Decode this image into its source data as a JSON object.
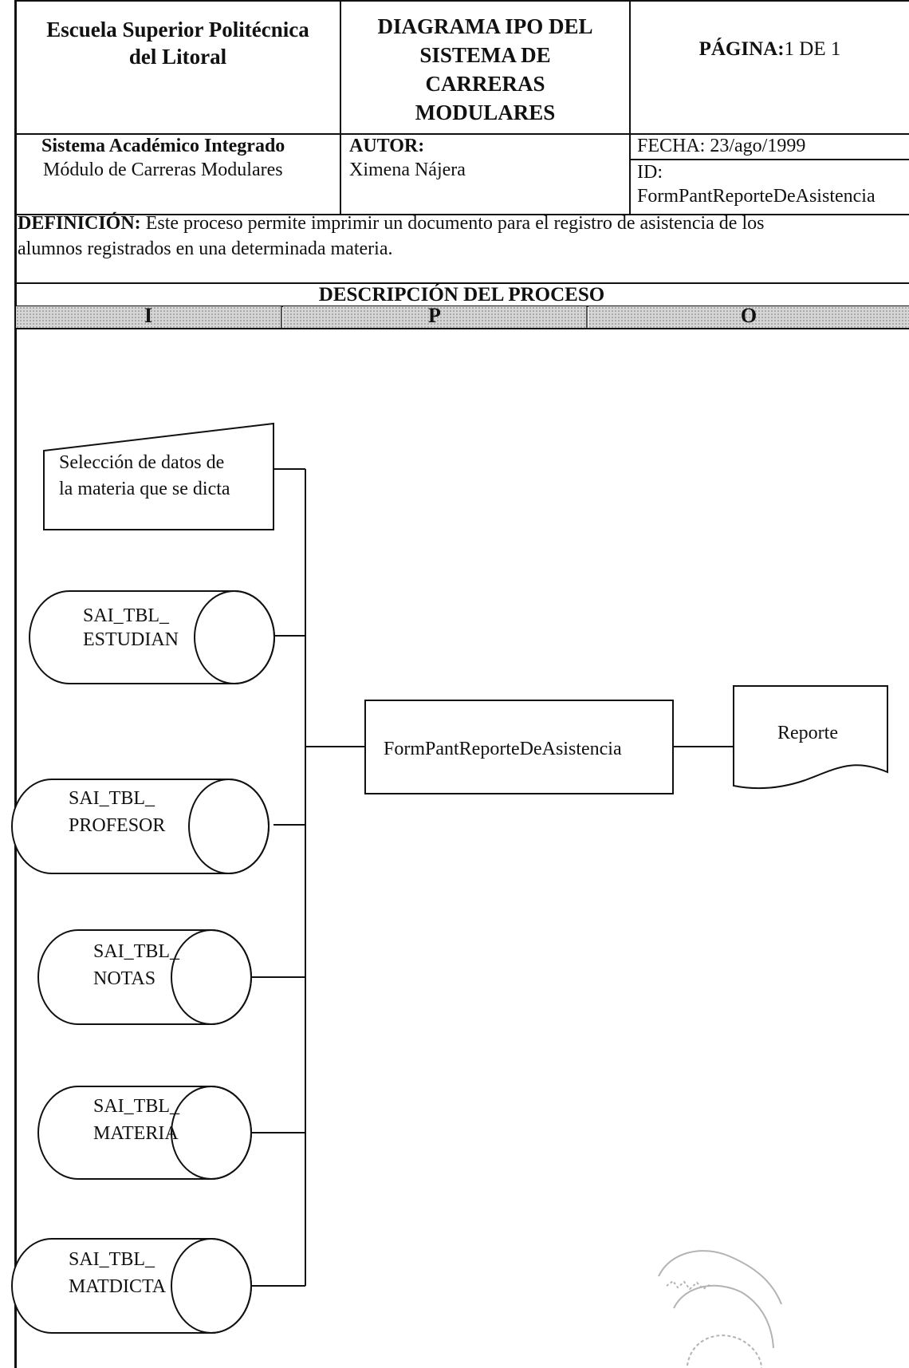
{
  "header": {
    "institution": [
      "Escuela Superior Politécnica",
      "del Litoral"
    ],
    "diagram_title": [
      "DIAGRAMA IPO DEL",
      "SISTEMA DE",
      "CARRERAS",
      "MODULARES"
    ],
    "page_label": "PÁGINA:",
    "page_value": "1 DE 1",
    "system_name": "Sistema Académico Integrado",
    "module_name": "Módulo de Carreras Modulares",
    "author_label": "AUTOR:",
    "author_name": "Ximena Nájera",
    "date_text": "FECHA:  23/ago/1999",
    "id_label": "ID:",
    "id_value": "FormPantReporteDeAsistencia"
  },
  "definition": {
    "label": "DEFINICIÓN:",
    "text_line1": " Este proceso permite imprimir un documento para el registro de asistencia de los",
    "text_line2": "alumnos registrados en una determinada materia."
  },
  "process": {
    "section_title": "DESCRIPCIÓN DEL PROCESO",
    "col_i": "I",
    "col_p": "P",
    "col_o": "O"
  },
  "diagram": {
    "manual_input": [
      "Selección de datos de",
      "la materia que se  dicta"
    ],
    "tables": [
      [
        "SAI_TBL_",
        "ESTUDIAN"
      ],
      [
        "SAI_TBL_",
        "PROFESOR"
      ],
      [
        "SAI_TBL_",
        "NOTAS"
      ],
      [
        "SAI_TBL_",
        "MATERIA"
      ],
      [
        "SAI_TBL_",
        "MATDICTA"
      ]
    ],
    "process_box": "FormPantReporteDeAsistencia",
    "output_document": "Reporte"
  }
}
